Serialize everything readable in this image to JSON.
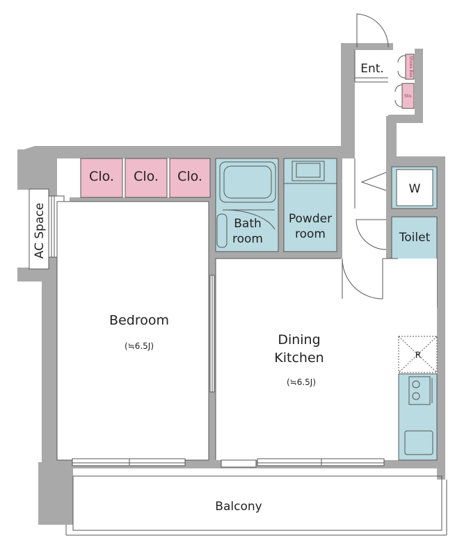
{
  "rooms": {
    "entrance": "Ent.",
    "shoes_box": "Shoes Box",
    "storage": "Sto.",
    "closet_1": "Clo.",
    "closet_2": "Clo.",
    "closet_3": "Clo.",
    "bath": "Bath\nroom",
    "bath_line1": "Bath",
    "bath_line2": "room",
    "powder_line1": "Powder",
    "powder_line2": "room",
    "washer": "W",
    "toilet": "Toilet",
    "ac_space": "AC Space",
    "bedroom": "Bedroom",
    "bedroom_size": "(≒6.5J)",
    "dining_line1": "Dining",
    "dining_line2": "Kitchen",
    "dining_size": "(≒6.5J)",
    "refrigerator": "R",
    "balcony": "Balcony"
  },
  "colors": {
    "wall": "#a9a9a9",
    "wet_area": "#b9dbe1",
    "closet": "#efbccb"
  }
}
